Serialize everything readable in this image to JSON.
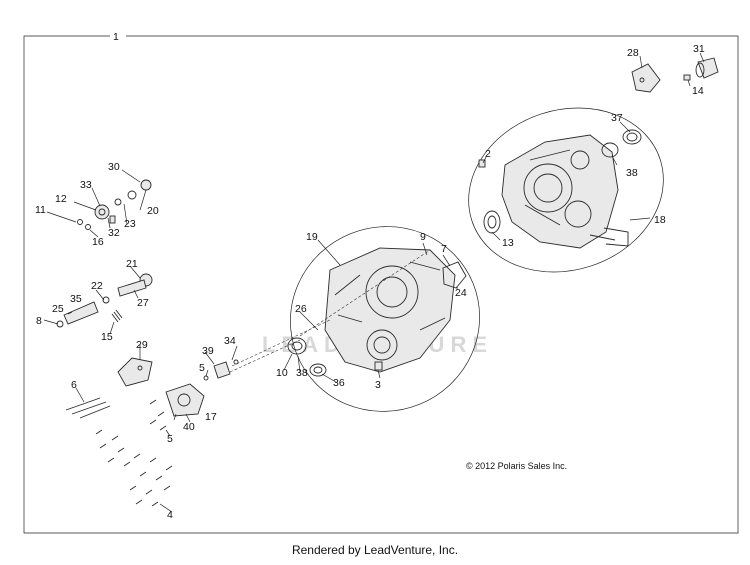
{
  "watermark": "LEADVENTURE",
  "copyright": "© 2012 Polaris Sales Inc.",
  "footer": "Rendered by LeadVenture, Inc.",
  "callouts": {
    "c1": "1",
    "c2": "2",
    "c3": "3",
    "c4": "4",
    "c5a": "5",
    "c5b": "5",
    "c6": "6",
    "c7": "7",
    "c8": "8",
    "c9": "9",
    "c10": "10",
    "c11": "11",
    "c12": "12",
    "c13": "13",
    "c14": "14",
    "c15": "15",
    "c16": "16",
    "c17": "17",
    "c18": "18",
    "c19": "19",
    "c20": "20",
    "c21": "21",
    "c22": "22",
    "c23": "23",
    "c24": "24",
    "c25": "25",
    "c26": "26",
    "c27": "27",
    "c28": "28",
    "c29": "29",
    "c30": "30",
    "c31": "31",
    "c32": "32",
    "c33": "33",
    "c34": "34",
    "c35": "35",
    "c36": "36",
    "c37": "37",
    "c38a": "38",
    "c38b": "38",
    "c39": "39",
    "c40": "40"
  }
}
